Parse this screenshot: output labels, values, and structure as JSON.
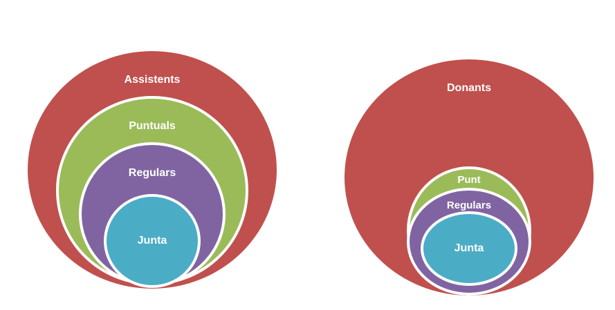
{
  "diagrams": [
    {
      "id": "attendees",
      "rings": [
        {
          "label": "Assistents",
          "color": "#C0504D"
        },
        {
          "label": "Puntuals",
          "color": "#9BBB59"
        },
        {
          "label": "Regulars",
          "color": "#8064A2"
        },
        {
          "label": "Junta",
          "color": "#4BACC6"
        }
      ]
    },
    {
      "id": "donors",
      "rings": [
        {
          "label": "Donants",
          "color": "#C0504D"
        },
        {
          "label": "Punt",
          "color": "#9BBB59"
        },
        {
          "label": "Regulars",
          "color": "#8064A2"
        },
        {
          "label": "Junta",
          "color": "#4BACC6"
        }
      ]
    }
  ]
}
